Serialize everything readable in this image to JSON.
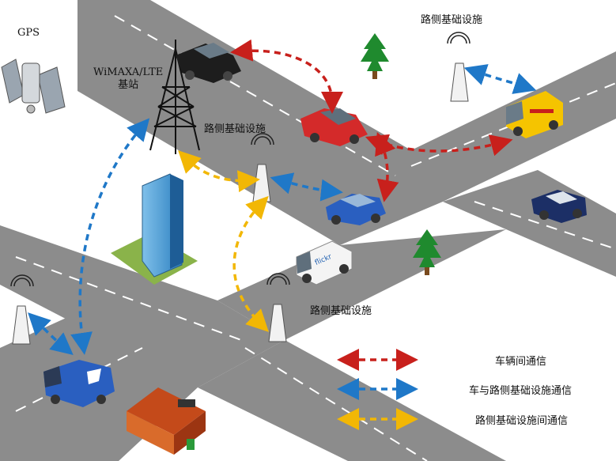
{
  "labels": {
    "gps": "GPS",
    "base_station": "WiMAXA/LTE\n基站",
    "rsu_top_right": "路侧基础设施",
    "rsu_center": "路侧基础设施",
    "rsu_bottom": "路侧基础设施"
  },
  "vehicles": {
    "van_livery_text": "flickr"
  },
  "legend": [
    {
      "label": "车辆间通信",
      "color": "#c8201c"
    },
    {
      "label": "车与路侧基础设施通信",
      "color": "#1f78c8"
    },
    {
      "label": "路侧基础设施间通信",
      "color": "#f2b705"
    }
  ],
  "colors": {
    "road": "#8a8a8a",
    "road_edge": "#e8e8e8",
    "lane_mark": "#ffffff",
    "v2v": "#c8201c",
    "v2i": "#1f78c8",
    "i2i": "#f2b705"
  }
}
